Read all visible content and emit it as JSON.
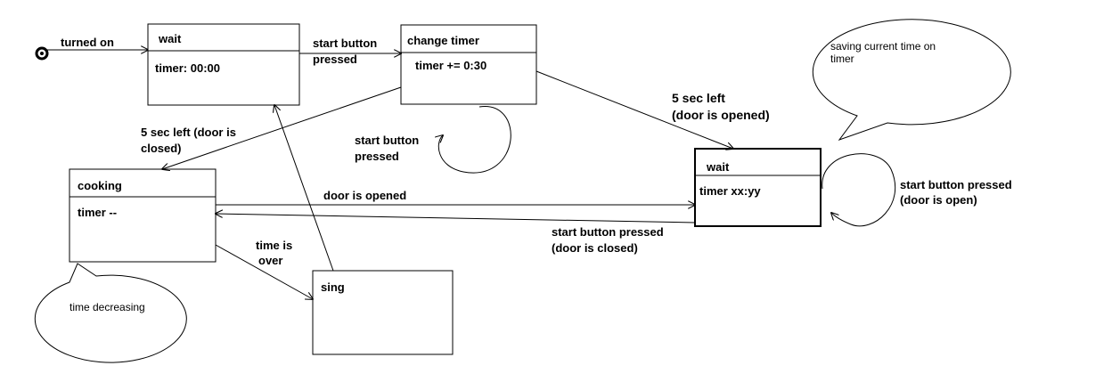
{
  "initial_label": "turned on",
  "states": {
    "wait_initial": {
      "name": "wait",
      "body": "timer: 00:00"
    },
    "change_timer": {
      "name": "change timer",
      "body": "timer += 0:30"
    },
    "wait_open": {
      "name": "wait",
      "body": "timer xx:yy"
    },
    "cooking": {
      "name": "cooking",
      "body": "timer --"
    },
    "sing": {
      "name": "sing",
      "body": ""
    }
  },
  "transitions": {
    "wait_to_change": [
      "start button",
      "pressed"
    ],
    "change_self": [
      "start button",
      "pressed"
    ],
    "change_to_wait_open": [
      "5 sec left",
      "(door is opened)"
    ],
    "change_to_cooking": [
      "5 sec left (door is",
      "closed)"
    ],
    "cooking_to_wait_open": [
      "door is opened"
    ],
    "wait_open_to_cooking": [
      "start button pressed",
      "(door is closed)"
    ],
    "wait_open_self": [
      "start button pressed",
      "(door is open)"
    ],
    "cooking_to_sing": [
      "time is",
      "over"
    ]
  },
  "notes": {
    "saving": [
      "saving current time on",
      "timer"
    ],
    "decreasing": [
      "time decreasing"
    ]
  }
}
